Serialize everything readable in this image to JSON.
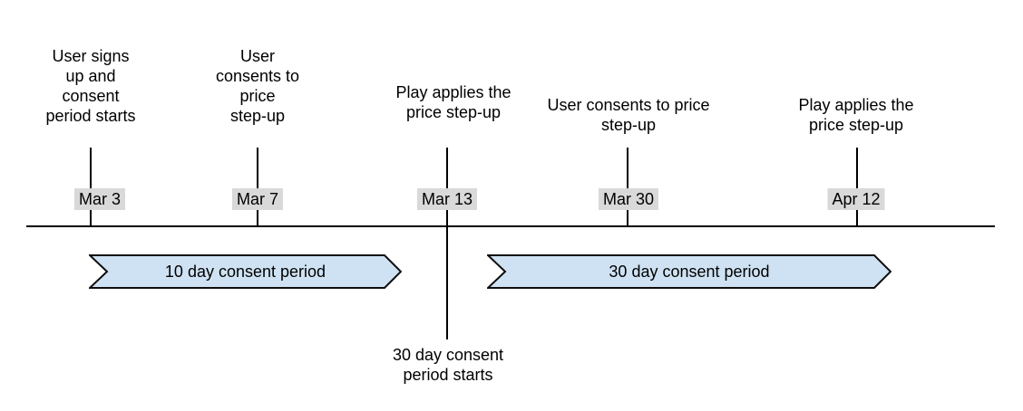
{
  "diagram": {
    "title_hint": "price step-up consent timeline",
    "events": [
      {
        "label": "User signs\nup and\nconsent\nperiod starts",
        "date": "Mar 3"
      },
      {
        "label": "User\nconsents to\nprice\nstep-up",
        "date": "Mar 7"
      },
      {
        "label": "Play applies the\nprice step-up",
        "date": "Mar 13"
      },
      {
        "label": "User consents to price\nstep-up",
        "date": "Mar 30"
      },
      {
        "label": "Play applies the\nprice step-up",
        "date": "Apr 12"
      }
    ],
    "banners": [
      {
        "label": "10 day consent period"
      },
      {
        "label": "30 day consent period"
      }
    ],
    "footnote": "30 day consent\nperiod starts",
    "colors": {
      "banner_fill": "#cfe2f3",
      "banner_stroke": "#0d0d0d",
      "line": "#000000",
      "date_background": "#d9d9d9",
      "text": "#000000",
      "background": "#ffffff"
    }
  }
}
